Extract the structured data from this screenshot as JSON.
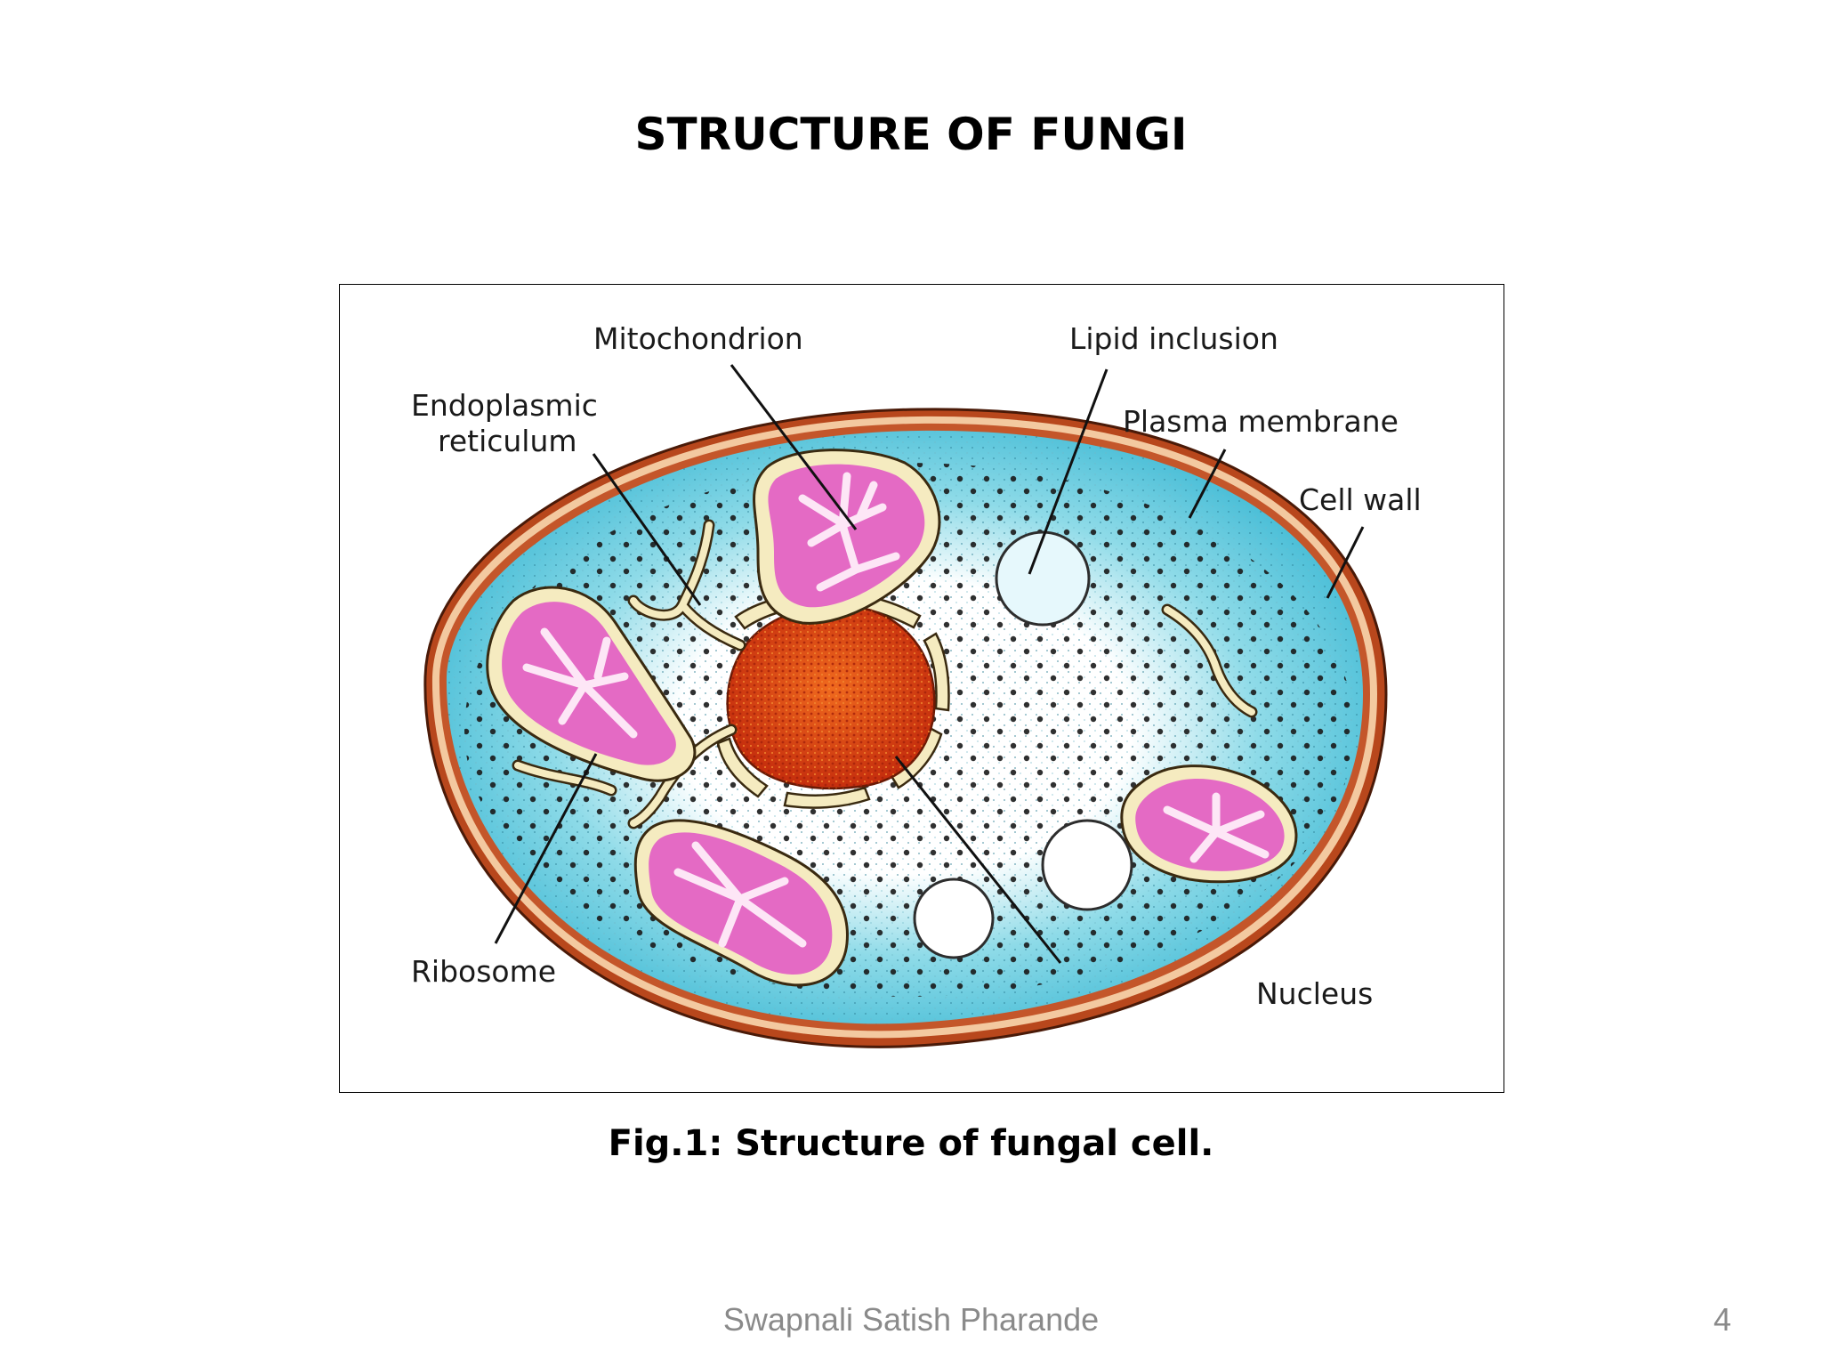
{
  "slide": {
    "title": "STRUCTURE OF FUNGI",
    "caption": "Fig.1: Structure of fungal cell.",
    "author": "Swapnali Satish Pharande",
    "page_number": "4"
  },
  "diagram": {
    "labels": {
      "mitochondrion": "Mitochondrion",
      "lipid_inclusion": "Lipid inclusion",
      "endoplasmic_reticulum_line1": "Endoplasmic",
      "endoplasmic_reticulum_line2": "reticulum",
      "plasma_membrane": "Plasma membrane",
      "cell_wall": "Cell wall",
      "ribosome": "Ribosome",
      "nucleus": "Nucleus"
    },
    "colors": {
      "cell_wall": "#b8471c",
      "cytoplasm": "#5cc8dc",
      "nucleus": "#d4380f",
      "mitochondria": "#e46ac4",
      "organelle_rim": "#f5ebc0"
    }
  }
}
